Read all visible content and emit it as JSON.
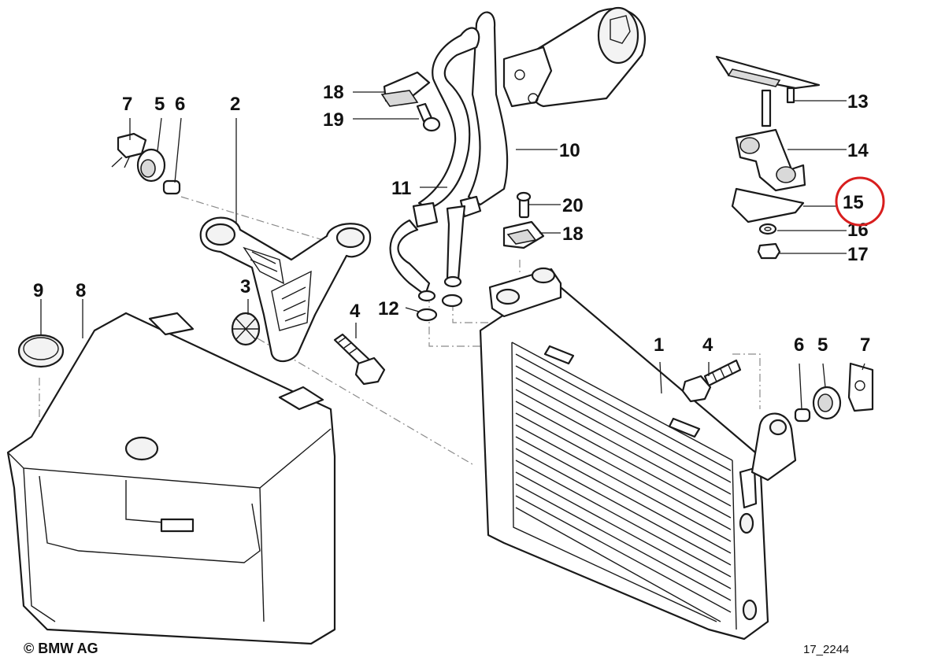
{
  "callouts": {
    "c1": "1",
    "c2": "2",
    "c3": "3",
    "c4a": "4",
    "c4b": "4",
    "c5a": "5",
    "c5b": "5",
    "c6a": "6",
    "c6b": "6",
    "c7a": "7",
    "c7b": "7",
    "c8": "8",
    "c9": "9",
    "c10": "10",
    "c11": "11",
    "c12": "12",
    "c13": "13",
    "c14": "14",
    "c15": "15",
    "c16": "16",
    "c17": "17",
    "c18a": "18",
    "c18b": "18",
    "c19": "19",
    "c20": "20"
  },
  "highlighted_callout": "15",
  "highlight_color": "#d81e1e",
  "copyright": "© BMW AG",
  "drawing_number": "17_2244"
}
